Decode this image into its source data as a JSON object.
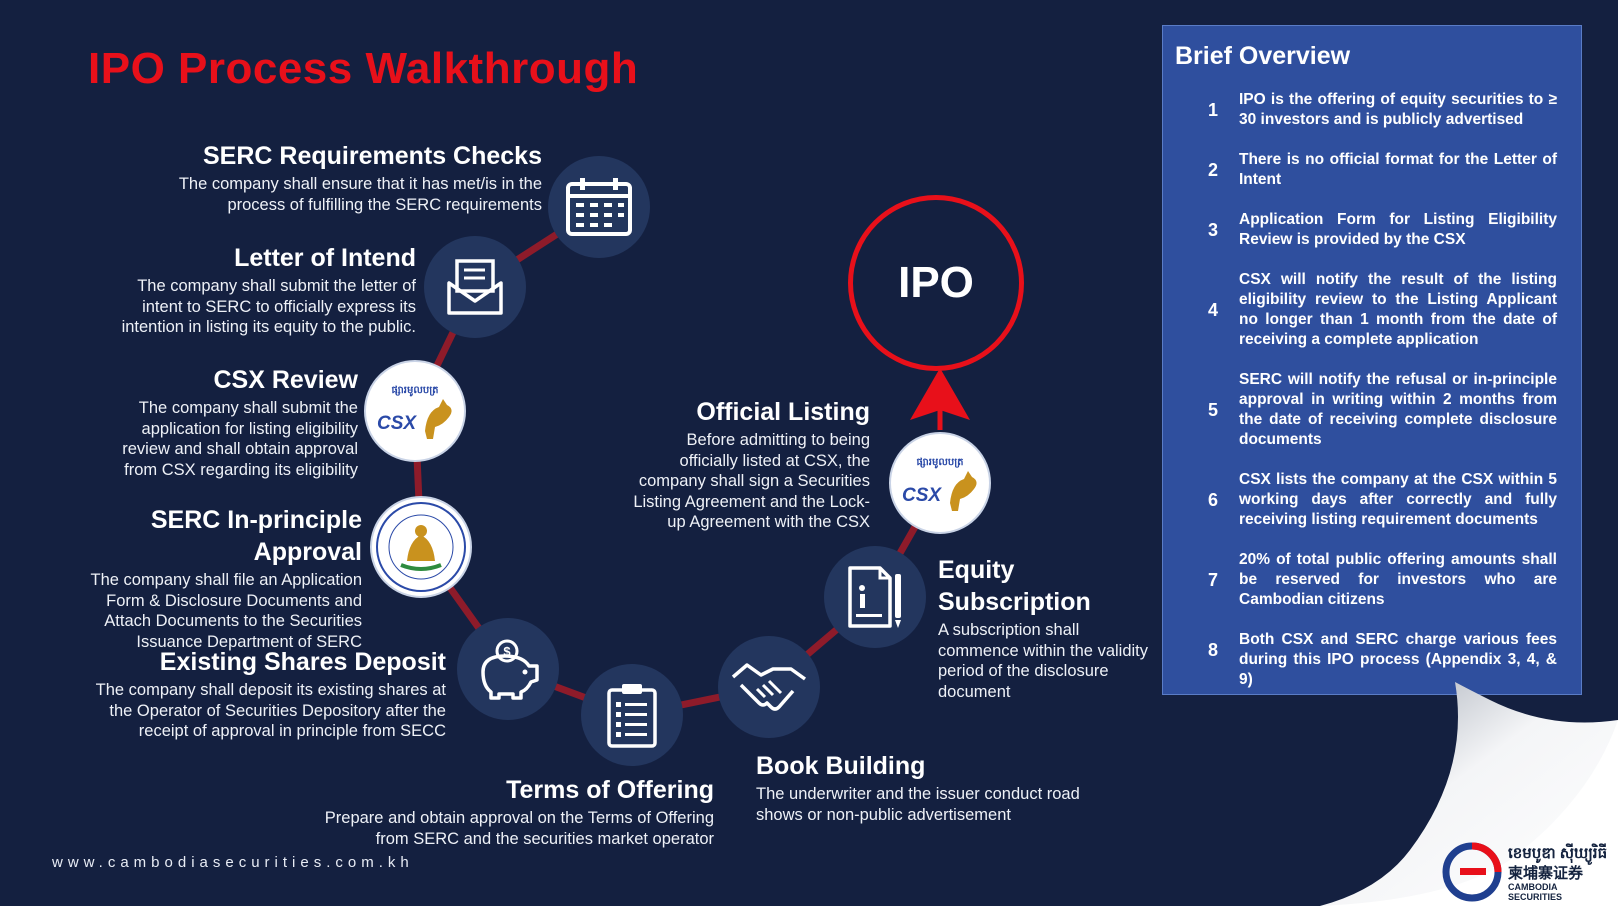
{
  "title": "IPO Process Walkthrough",
  "website": "www.cambodiasecurities.com.kh",
  "ipo_label": "IPO",
  "csx_logo": {
    "khmer": "ផ្សារមូលបត្រកម្ពុជា",
    "abbr": "CSX"
  },
  "steps": [
    {
      "title": "SERC Requirements Checks",
      "desc": "The company shall ensure that it has met/is in the process of fulfilling the SERC requirements",
      "icon": "calendar-icon"
    },
    {
      "title": "Letter of Intend",
      "desc": "The company shall submit the letter of intent to SERC to officially express its intention in listing its equity to the public.",
      "icon": "envelope-letter-icon"
    },
    {
      "title": "CSX Review",
      "desc": "The company shall submit the application for listing eligibility review and shall obtain approval from CSX regarding its eligibility",
      "icon": "csx-logo-icon"
    },
    {
      "title": "SERC In-principle Approval",
      "desc": "The company shall file an Application Form & Disclosure Documents and Attach Documents to the Securities Issuance Department of SERC",
      "icon": "serc-seal-icon"
    },
    {
      "title": "Existing Shares Deposit",
      "desc": "The company shall deposit its existing shares at the Operator of Securities Depository after the receipt of approval in principle from SECC",
      "icon": "piggy-bank-icon"
    },
    {
      "title": "Terms of Offering",
      "desc": "Prepare and obtain approval on the Terms of Offering from SERC and the securities market operator",
      "icon": "clipboard-icon"
    },
    {
      "title": "Book Building",
      "desc": "The underwriter and the issuer conduct road shows or non-public advertisement",
      "icon": "handshake-icon"
    },
    {
      "title": "Equity Subscription",
      "desc": "A subscription shall commence within the validity period of the disclosure document",
      "icon": "document-pen-icon"
    },
    {
      "title": "Official Listing",
      "desc": "Before admitting to being officially listed at CSX, the company shall sign a Securities Listing Agreement and the Lock-up Agreement with the CSX",
      "icon": "csx-logo-icon"
    }
  ],
  "overview": {
    "heading": "Brief Overview",
    "items": [
      {
        "num": "1",
        "text": "IPO is the offering of equity securities to ≥ 30 investors and is publicly advertised"
      },
      {
        "num": "2",
        "text": "There is no official format for the Letter of Intent"
      },
      {
        "num": "3",
        "text": "Application Form for Listing Eligibility Review is provided by the CSX"
      },
      {
        "num": "4",
        "text": "CSX will notify the result of the listing eligibility review to the Listing Applicant no longer than 1 month from the date of receiving a complete application"
      },
      {
        "num": "5",
        "text": "SERC will notify the refusal or in-principle approval in writing within 2 months from the date of receiving complete disclosure documents"
      },
      {
        "num": "6",
        "text": "CSX lists the company at the CSX within 5 working days after correctly and fully receiving listing requirement documents"
      },
      {
        "num": "7",
        "text": "20% of total public offering amounts shall be reserved for investors who are Cambodian citizens"
      },
      {
        "num": "8",
        "text": "Both CSX and SERC charge various fees during this IPO process (Appendix 3, 4, & 9)"
      }
    ]
  },
  "brand": {
    "khmer": "ខេមបូឌា ស៊ីឃ្យូរិធី",
    "chinese": "柬埔寨证券",
    "english": "CAMBODIA SECURITIES"
  },
  "colors": {
    "background": "#142040",
    "accent_red": "#e8101a",
    "node": "#23365e",
    "panel": "#2f4f9e",
    "connector": "#8e1b2a"
  }
}
